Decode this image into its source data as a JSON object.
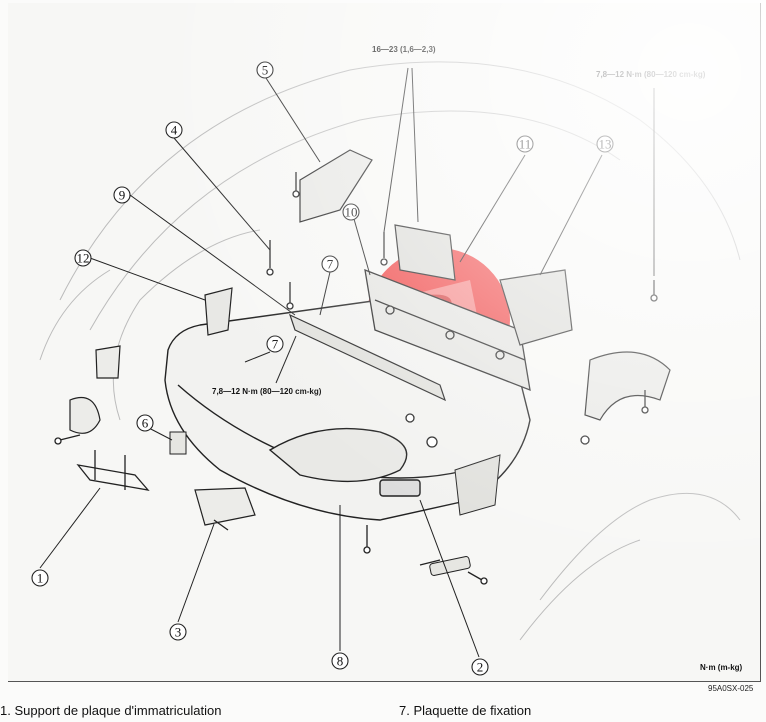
{
  "callouts": [
    "1",
    "2",
    "3",
    "4",
    "5",
    "6",
    "7",
    "7",
    "8",
    "9",
    "10",
    "11",
    "12",
    "13"
  ],
  "torques": {
    "t_top": "16—23 (1,6—2,3)",
    "t_right": "7,8—12 N·m (80—120 cm-kg)",
    "t_left": "7,8—12 N·m (80—120 cm-kg)"
  },
  "units_label": "N·m (m-kg)",
  "figure_ref": "95A0SX-025",
  "legend": {
    "item1": "1. Support de plaque d'immatriculation",
    "item7": "7. Plaquette de fixation"
  }
}
